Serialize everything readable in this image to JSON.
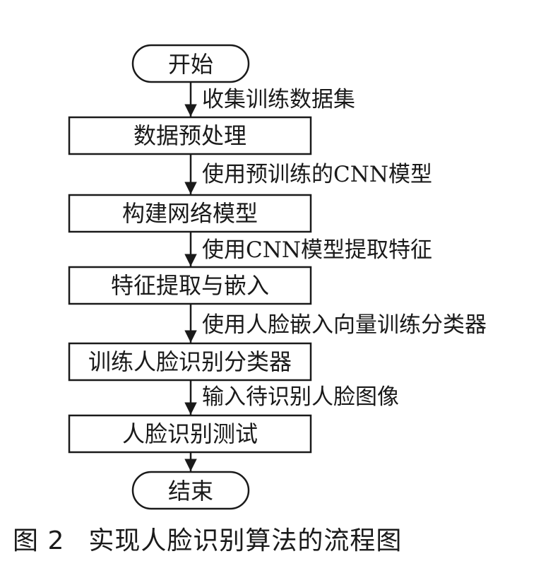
{
  "nodes": [
    {
      "label": "开始",
      "shape": "terminal"
    },
    {
      "label": "数据预处理",
      "shape": "process"
    },
    {
      "label": "构建网络模型",
      "shape": "process"
    },
    {
      "label": "特征提取与嵌入",
      "shape": "process"
    },
    {
      "label": "训练人脸识别分类器",
      "shape": "process"
    },
    {
      "label": "人脸识别测试",
      "shape": "process"
    },
    {
      "label": "结束",
      "shape": "terminal"
    }
  ],
  "edges": [
    {
      "label": "收集训练数据集"
    },
    {
      "label": "使用预训练的CNN模型"
    },
    {
      "label": "使用CNN模型提取特征"
    },
    {
      "label": "使用人脸嵌入向量训练分类器"
    },
    {
      "label": "输入待识别人脸图像"
    },
    {
      "label": ""
    }
  ],
  "caption": {
    "figure_number": "图 2",
    "title": "实现人脸识别算法的流程图"
  },
  "colors": {
    "stroke": "#1a1a1a",
    "background": "#ffffff"
  }
}
